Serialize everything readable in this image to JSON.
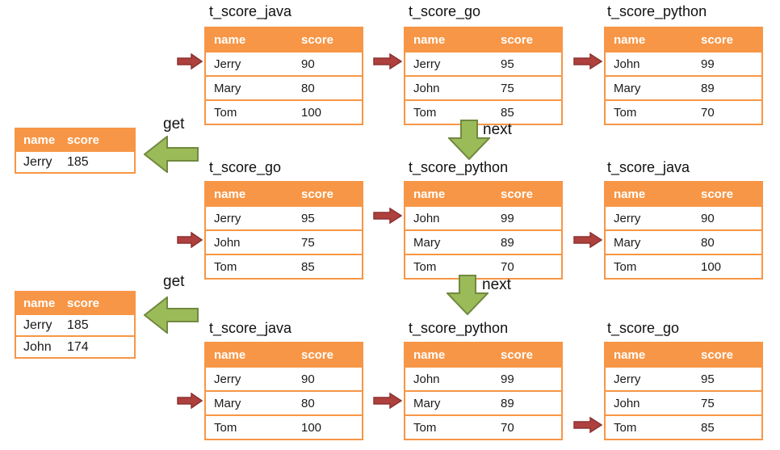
{
  "colors": {
    "table_orange": "#F79646",
    "header_text": "#FFFFFF",
    "body_text": "#1A1A1A",
    "red_arrow_fill": "#AE403D",
    "red_arrow_border": "#8B3330",
    "green_arrow_fill": "#9BBB59",
    "green_arrow_border": "#71893F",
    "background": "#FFFFFF"
  },
  "columns": {
    "name": "name",
    "score": "score"
  },
  "arrow_labels": {
    "next": "next",
    "get": "get"
  },
  "results": [
    {
      "rows": [
        {
          "name": "Jerry",
          "score": "185"
        }
      ]
    },
    {
      "rows": [
        {
          "name": "Jerry",
          "score": "185"
        },
        {
          "name": "John",
          "score": "174"
        }
      ]
    }
  ],
  "steps": [
    {
      "tables": [
        {
          "title": "t_score_java",
          "pointed_row": "Jerry",
          "rows": [
            {
              "name": "Jerry",
              "score": "90"
            },
            {
              "name": "Mary",
              "score": "80"
            },
            {
              "name": "Tom",
              "score": "100"
            }
          ]
        },
        {
          "title": "t_score_go",
          "pointed_row": "Jerry",
          "rows": [
            {
              "name": "Jerry",
              "score": "95"
            },
            {
              "name": "John",
              "score": "75"
            },
            {
              "name": "Tom",
              "score": "85"
            }
          ]
        },
        {
          "title": "t_score_python",
          "pointed_row": "John",
          "rows": [
            {
              "name": "John",
              "score": "99"
            },
            {
              "name": "Mary",
              "score": "89"
            },
            {
              "name": "Tom",
              "score": "70"
            }
          ]
        }
      ]
    },
    {
      "tables": [
        {
          "title": "t_score_go",
          "pointed_row": "John",
          "rows": [
            {
              "name": "Jerry",
              "score": "95"
            },
            {
              "name": "John",
              "score": "75"
            },
            {
              "name": "Tom",
              "score": "85"
            }
          ]
        },
        {
          "title": "t_score_python",
          "pointed_row": "John",
          "rows": [
            {
              "name": "John",
              "score": "99"
            },
            {
              "name": "Mary",
              "score": "89"
            },
            {
              "name": "Tom",
              "score": "70"
            }
          ]
        },
        {
          "title": "t_score_java",
          "pointed_row": "Mary",
          "rows": [
            {
              "name": "Jerry",
              "score": "90"
            },
            {
              "name": "Mary",
              "score": "80"
            },
            {
              "name": "Tom",
              "score": "100"
            }
          ]
        }
      ]
    },
    {
      "tables": [
        {
          "title": "t_score_java",
          "pointed_row": "Mary",
          "rows": [
            {
              "name": "Jerry",
              "score": "90"
            },
            {
              "name": "Mary",
              "score": "80"
            },
            {
              "name": "Tom",
              "score": "100"
            }
          ]
        },
        {
          "title": "t_score_python",
          "pointed_row": "Mary",
          "rows": [
            {
              "name": "John",
              "score": "99"
            },
            {
              "name": "Mary",
              "score": "89"
            },
            {
              "name": "Tom",
              "score": "70"
            }
          ]
        },
        {
          "title": "t_score_go",
          "pointed_row": "Tom",
          "rows": [
            {
              "name": "Jerry",
              "score": "95"
            },
            {
              "name": "John",
              "score": "75"
            },
            {
              "name": "Tom",
              "score": "85"
            }
          ]
        }
      ]
    }
  ]
}
